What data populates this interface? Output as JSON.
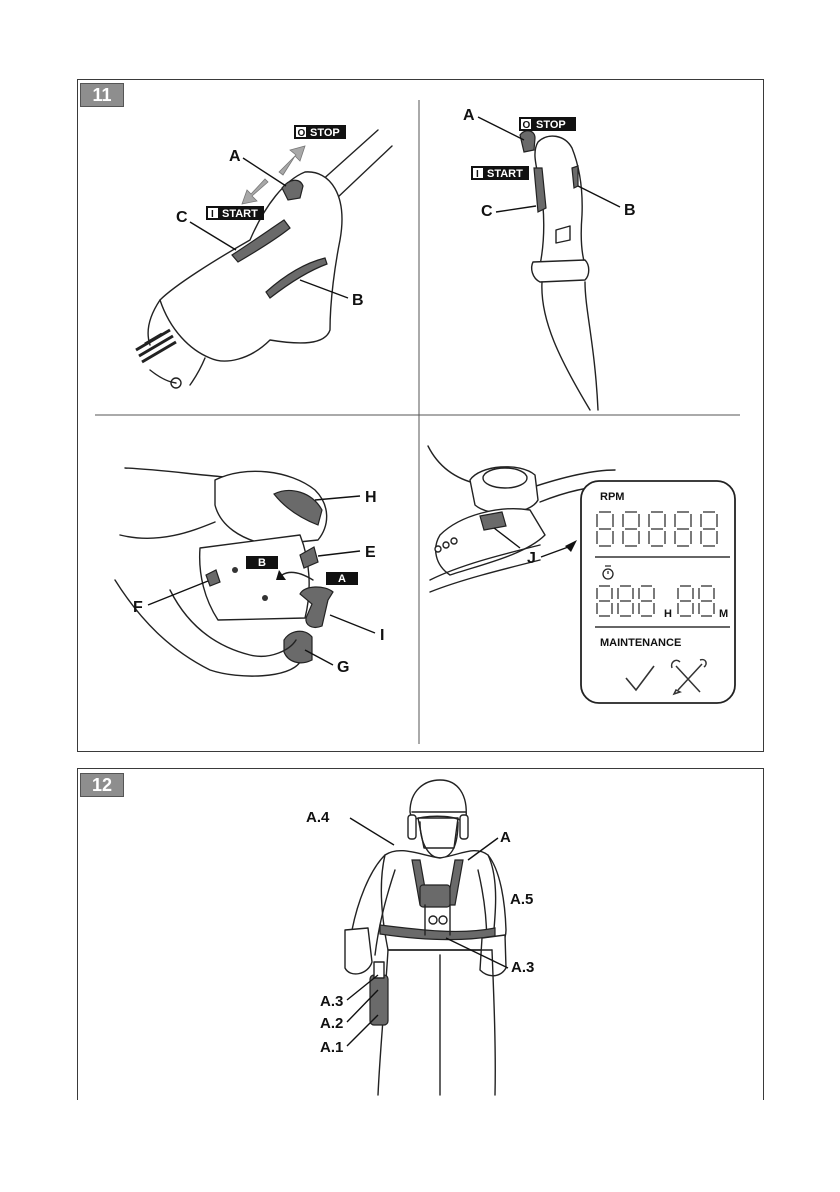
{
  "figure11": {
    "number": "11",
    "top_left": {
      "stop_tag": "STOP",
      "stop_icon": "O",
      "start_tag": "START",
      "start_icon": "I",
      "labels": [
        "A",
        "C",
        "B"
      ]
    },
    "top_right": {
      "stop_tag": "STOP",
      "stop_icon": "O",
      "start_tag": "START",
      "start_icon": "I",
      "labels": [
        "A",
        "C",
        "B"
      ]
    },
    "bottom_left": {
      "labels": [
        "H",
        "E",
        "F",
        "I",
        "G"
      ],
      "tag_b": "B",
      "tag_a": "A"
    },
    "bottom_right": {
      "label_j": "J",
      "display": {
        "rpm": "RPM",
        "hours_unit": "H",
        "minutes_unit": "M",
        "maintenance": "MAINTENANCE",
        "icons": [
          "timer-icon",
          "check-icon",
          "wrench-screwdriver-icon"
        ]
      }
    }
  },
  "figure12": {
    "number": "12",
    "labels": [
      "A.4",
      "A",
      "A.5",
      "A.3",
      "A.3",
      "A.2",
      "A.1"
    ]
  }
}
